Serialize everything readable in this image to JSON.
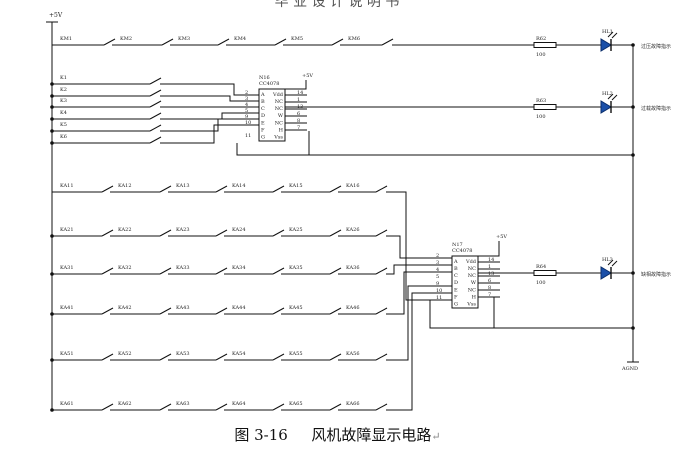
{
  "header_text": "毕 业 设 计 说 明 书",
  "diagram": {
    "supply_label": "+5V",
    "top_switches": [
      "KM1",
      "KM2",
      "KM3",
      "KM4",
      "KM5",
      "KM6"
    ],
    "protect_switches": [
      "K1",
      "K2",
      "K3",
      "K4",
      "K5",
      "K6"
    ],
    "chip_upper": {
      "ref": "N16",
      "part": "CC4078",
      "power_label": "+5V",
      "pins_left": [
        "2",
        "3",
        "4",
        "5",
        "9",
        "10",
        "11",
        "12"
      ],
      "pins_right": [
        "14",
        "1",
        "13",
        "6",
        "8",
        "7"
      ],
      "inner_left": [
        "A",
        "B",
        "C",
        "D",
        "E",
        "F",
        "G"
      ],
      "inner_right": [
        "Vdd",
        "NC",
        "NC",
        "W",
        "NC",
        "H",
        "Vss"
      ]
    },
    "chip_lower": {
      "ref": "N17",
      "part": "CC4078",
      "power_label": "+5V",
      "pins_left": [
        "2",
        "3",
        "4",
        "5",
        "9",
        "10",
        "11",
        "12"
      ],
      "pins_right": [
        "14",
        "1",
        "13",
        "6",
        "8",
        "7"
      ],
      "inner_left": [
        "A",
        "B",
        "C",
        "D",
        "E",
        "F",
        "G"
      ],
      "inner_right": [
        "Vdd",
        "NC",
        "NC",
        "W",
        "NC",
        "H",
        "Vss"
      ]
    },
    "resistors": [
      {
        "ref": "R62",
        "value": "100"
      },
      {
        "ref": "R63",
        "value": "100"
      },
      {
        "ref": "R64",
        "value": "100"
      }
    ],
    "leds": [
      "HL1",
      "HL2",
      "HL3"
    ],
    "indicator_labels": [
      "过压故障指示",
      "过载故障指示",
      "缺相故障指示"
    ],
    "ka_rows": [
      [
        "KA11",
        "KA12",
        "KA13",
        "KA14",
        "KA15",
        "KA16"
      ],
      [
        "KA21",
        "KA22",
        "KA23",
        "KA24",
        "KA25",
        "KA26"
      ],
      [
        "KA31",
        "KA32",
        "KA33",
        "KA34",
        "KA35",
        "KA36"
      ],
      [
        "KA41",
        "KA42",
        "KA43",
        "KA44",
        "KA45",
        "KA46"
      ],
      [
        "KA51",
        "KA52",
        "KA53",
        "KA54",
        "KA55",
        "KA56"
      ],
      [
        "KA61",
        "KA62",
        "KA63",
        "KA64",
        "KA65",
        "KA66"
      ]
    ],
    "ground_label": "AGND"
  },
  "caption": {
    "figure_number": "图 3-16",
    "title": "风机故障显示电路",
    "mark": "↵"
  }
}
